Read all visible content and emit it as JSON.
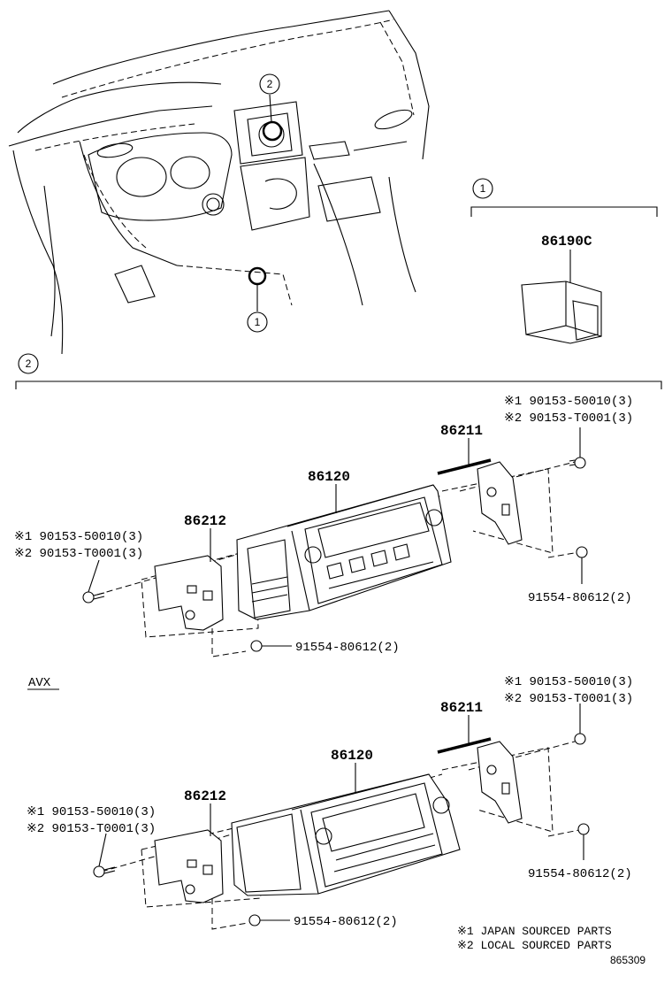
{
  "callouts": {
    "one": "1",
    "two": "2"
  },
  "top": {
    "part_86190c": "86190C"
  },
  "avx_label": "AVX",
  "group_a": {
    "p86211": "86211",
    "p86120": "86120",
    "p86212": "86212",
    "right_screw_1": "※1 90153-50010(3)",
    "right_screw_2": "※2 90153-T0001(3)",
    "right_clip": "91554-80612(2)",
    "left_screw_1": "※1 90153-50010(3)",
    "left_screw_2": "※2 90153-T0001(3)",
    "bottom_clip": "91554-80612(2)"
  },
  "group_b": {
    "p86211": "86211",
    "p86120": "86120",
    "p86212": "86212",
    "right_screw_1": "※1 90153-50010(3)",
    "right_screw_2": "※2 90153-T0001(3)",
    "right_clip": "91554-80612(2)",
    "left_screw_1": "※1 90153-50010(3)",
    "left_screw_2": "※2 90153-T0001(3)",
    "bottom_clip": "91554-80612(2)"
  },
  "notes": {
    "japan": "※1 JAPAN SOURCED PARTS",
    "local": "※2 LOCAL SOURCED PARTS",
    "figure_code": "865309"
  }
}
